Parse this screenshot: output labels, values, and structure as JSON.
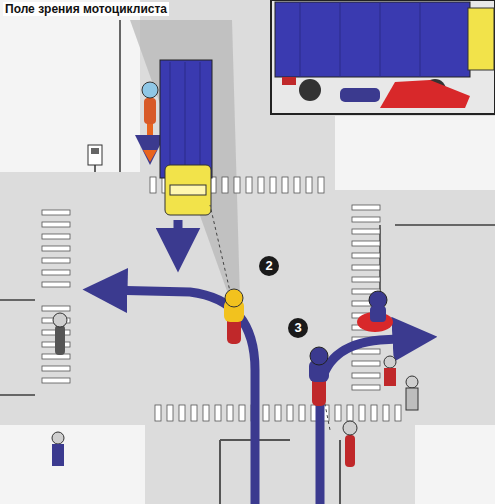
{
  "diagram": {
    "title": "Поле зрения мотоциклиста",
    "labels": [
      "2",
      "3"
    ]
  }
}
